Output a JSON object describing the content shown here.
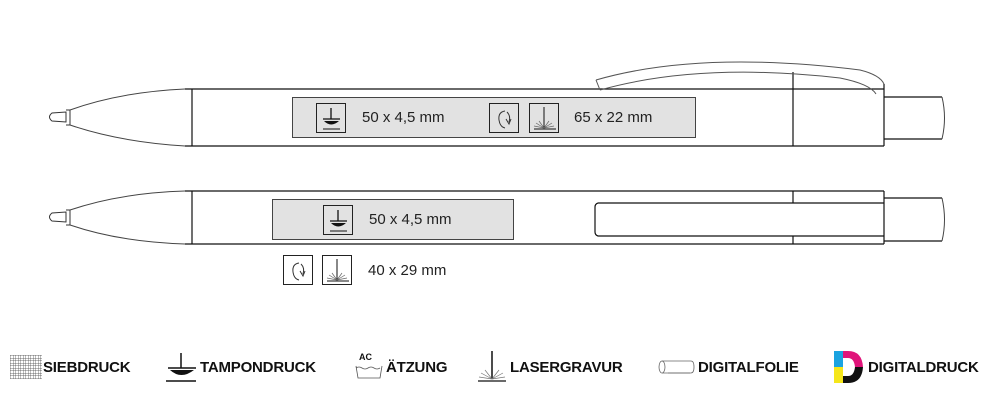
{
  "pens": [
    {
      "view": "front",
      "print_areas": [
        {
          "technique": "tampondruck",
          "size": "50 x 4,5 mm"
        },
        {
          "technique": "lasergravur-rundum",
          "size": "65 x 22 mm"
        }
      ]
    },
    {
      "view": "side",
      "print_areas": [
        {
          "technique": "tampondruck",
          "size": "50 x 4,5 mm"
        },
        {
          "technique": "lasergravur-rundum",
          "size": "40 x 29 mm"
        }
      ]
    }
  ],
  "legend": [
    {
      "icon": "siebdruck-icon",
      "label": "SIEBDRUCK"
    },
    {
      "icon": "tampondruck-icon",
      "label": "TAMPONDRUCK"
    },
    {
      "icon": "aetzung-icon",
      "label": "ÄTZUNG",
      "icon_text": "AC"
    },
    {
      "icon": "lasergravur-icon",
      "label": "LASERGRAVUR"
    },
    {
      "icon": "digitalfolie-icon",
      "label": "DIGITALFOLIE"
    },
    {
      "icon": "digitaldruck-icon",
      "label": "DIGITALDRUCK"
    }
  ],
  "colors": {
    "print_area_fill": "#e2e2e2",
    "outline": "#222222",
    "cyan": "#1aa3e0",
    "magenta": "#e0147a",
    "yellow": "#f5e61a",
    "black": "#111111"
  }
}
